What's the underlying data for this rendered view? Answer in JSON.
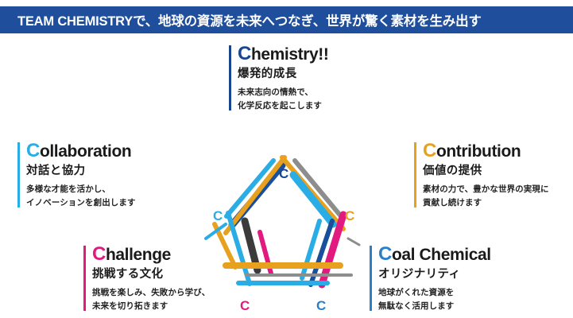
{
  "banner": {
    "text": "TEAM CHEMISTRYで、地球の資源を未来へつなぎ、世界が驚く素材を生み出す",
    "background_color": "#1f4e9c",
    "text_color": "#ffffff"
  },
  "blocks": [
    {
      "id": "chemistry",
      "cap": "C",
      "headline_rest": "hemistry!!",
      "headline_full": "Chemistry!!",
      "subhead": "爆発的成長",
      "body_line1": "未来志向の情熱で、",
      "body_line2": "化学反応を起こします",
      "accent_color": "#17468f"
    },
    {
      "id": "collaboration",
      "cap": "C",
      "headline_rest": "ollaboration",
      "headline_full": "Collaboration",
      "subhead": "対話と協力",
      "body_line1": "多様な才能を活かし、",
      "body_line2": "イノベーションを創出します",
      "accent_color": "#29ade4"
    },
    {
      "id": "contribution",
      "cap": "C",
      "headline_rest": "ontribution",
      "headline_full": "Contribution",
      "subhead": "価値の提供",
      "body_line1": "素材の力で、豊かな世界の実現に",
      "body_line2": "貢献し続けます",
      "accent_color": "#e8a01f"
    },
    {
      "id": "challenge",
      "cap": "C",
      "headline_rest": "hallenge",
      "headline_full": "Challenge",
      "subhead": "挑戦する文化",
      "body_line1": "挑戦を楽しみ、失敗から学び、",
      "body_line2": "未来を切り拓きます",
      "accent_color": "#e2197e"
    },
    {
      "id": "coal_chemical",
      "cap": "C",
      "headline_rest": "oal Chemical",
      "headline_full": "Coal Chemical",
      "subhead": "オリジナリティ",
      "body_line1": "地球がくれた資源を",
      "body_line2": "無駄なく活用します",
      "accent_color": "#2a7fc9"
    }
  ],
  "diagram": {
    "shape": "pentagon",
    "vertex_marks": [
      {
        "position": "top",
        "label": "C",
        "color": "#17468f"
      },
      {
        "position": "left",
        "label": "C",
        "color": "#29ade4"
      },
      {
        "position": "right",
        "label": "C",
        "color": "#e8a01f"
      },
      {
        "position": "bottom-left",
        "label": "C",
        "color": "#e2197e"
      },
      {
        "position": "bottom-right",
        "label": "C",
        "color": "#2a7fc9"
      }
    ],
    "stroke_palette": {
      "cyan": "#29ade4",
      "navy": "#1a4f9c",
      "orange": "#e8a01f",
      "magenta": "#e2197e",
      "charcoal": "#3b3b3b",
      "gray": "#8d8d8d",
      "blue": "#2a7fc9"
    }
  }
}
